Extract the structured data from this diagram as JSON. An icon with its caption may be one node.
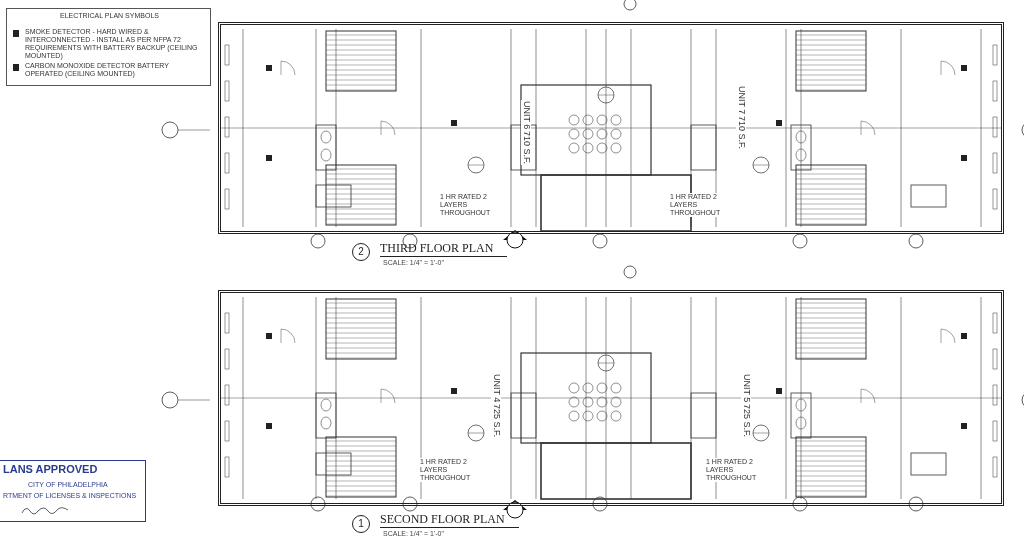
{
  "diagram": {
    "nodes": [
      {
        "text": [
          "THIRD FLOOR PLAN"
        ],
        "beside": [
          "2",
          "SCALE: 1/4\" = 1'-0\""
        ]
      },
      {
        "text": [
          "UNIT 6",
          "710 S.F."
        ],
        "in": 0
      },
      {
        "text": [
          "UNIT 7",
          "710 S.F."
        ],
        "in": 0
      },
      {
        "text": [
          "SECOND FLOOR PLAN"
        ],
        "beside": [
          "1",
          "SCALE: 1/4\" = 1'-0\""
        ]
      },
      {
        "text": [
          "UNIT 4",
          "725 S.F."
        ],
        "in": 3
      },
      {
        "text": [
          "UNIT 5",
          "725 S.F."
        ],
        "in": 3
      }
    ],
    "labels": [
      "ELECTRICAL PLAN SYMBOLS",
      "1 HR RATED 2 LAYERS THROUGHOUT",
      "1 HR RATED 2 LAYERS THROUGHOUT",
      "1 HR RATED 2 LAYERS THROUGHOUT",
      "1 HR RATED 2 LAYERS THROUGHOUT",
      "LANS APPROVED",
      "CITY OF PHILADELPHIA",
      "RTMENT OF LICENSES & INSPECTIONS"
    ],
    "legend": [
      {
        "text": "SMOKE DETECTOR - HARD WIRED & INTERCONNECTED - INSTALL AS PER NFPA 72 REQUIREMENTS WITH BATTERY BACKUP (CEILING MOUNTED)"
      },
      {
        "text": "CARBON MONOXIDE DETECTOR BATTERY OPERATED (CEILING MOUNTED)"
      }
    ]
  }
}
